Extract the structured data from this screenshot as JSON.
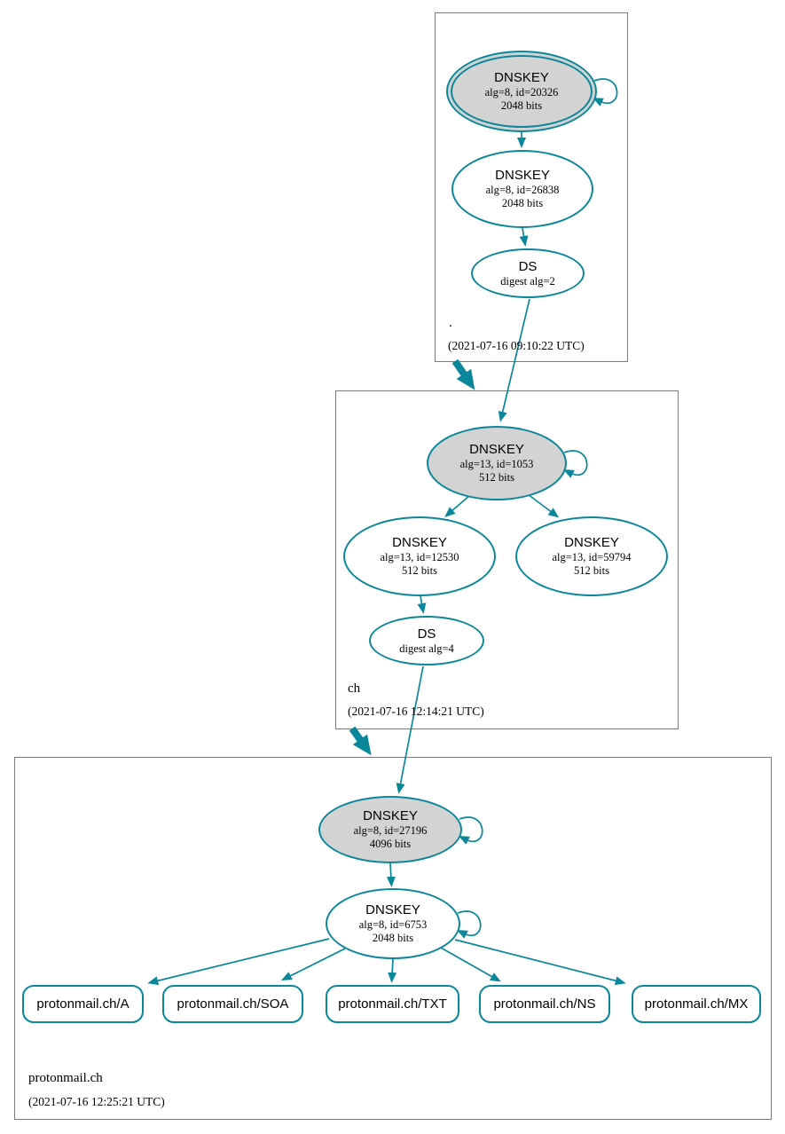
{
  "theme": {
    "accent": "#0a879a",
    "node_fill": "#d3d3d3",
    "node_text": "#000000",
    "box_border": "#7a7a7a",
    "background": "#ffffff"
  },
  "zones": [
    {
      "name": ".",
      "timestamp": "(2021-07-16 09:10:22 UTC)",
      "nodes": {
        "ksk": {
          "title": "DNSKEY",
          "detail1": "alg=8, id=20326",
          "detail2": "2048 bits"
        },
        "zsk": {
          "title": "DNSKEY",
          "detail1": "alg=8, id=26838",
          "detail2": "2048 bits"
        },
        "ds": {
          "title": "DS",
          "detail1": "digest alg=2"
        }
      }
    },
    {
      "name": "ch",
      "timestamp": "(2021-07-16 12:14:21 UTC)",
      "nodes": {
        "ksk": {
          "title": "DNSKEY",
          "detail1": "alg=13, id=1053",
          "detail2": "512 bits"
        },
        "zsk1": {
          "title": "DNSKEY",
          "detail1": "alg=13, id=12530",
          "detail2": "512 bits"
        },
        "zsk2": {
          "title": "DNSKEY",
          "detail1": "alg=13, id=59794",
          "detail2": "512 bits"
        },
        "ds": {
          "title": "DS",
          "detail1": "digest alg=4"
        }
      }
    },
    {
      "name": "protonmail.ch",
      "timestamp": "(2021-07-16 12:25:21 UTC)",
      "nodes": {
        "ksk": {
          "title": "DNSKEY",
          "detail1": "alg=8, id=27196",
          "detail2": "4096 bits"
        },
        "zsk": {
          "title": "DNSKEY",
          "detail1": "alg=8, id=6753",
          "detail2": "2048 bits"
        }
      },
      "rrsets": [
        {
          "label": "protonmail.ch/A"
        },
        {
          "label": "protonmail.ch/SOA"
        },
        {
          "label": "protonmail.ch/TXT"
        },
        {
          "label": "protonmail.ch/NS"
        },
        {
          "label": "protonmail.ch/MX"
        }
      ]
    }
  ]
}
